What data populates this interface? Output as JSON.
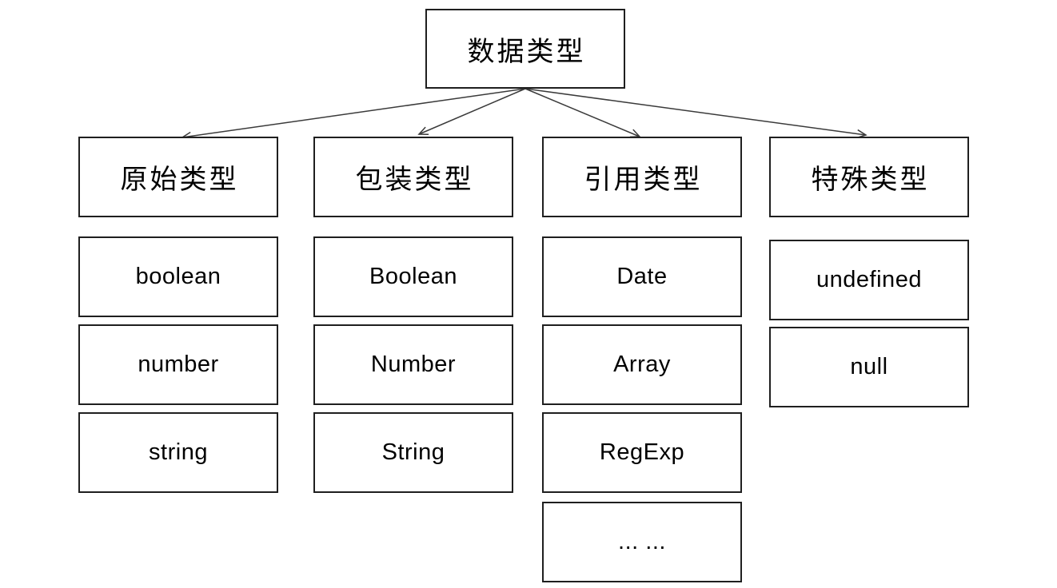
{
  "diagram": {
    "root_label": "数据类型",
    "columns": [
      {
        "header": "原始类型",
        "children": [
          "boolean",
          "number",
          "string"
        ]
      },
      {
        "header": "包装类型",
        "children": [
          "Boolean",
          "Number",
          "String"
        ]
      },
      {
        "header": "引用类型",
        "children": [
          "Date",
          "Array",
          "RegExp",
          "... ..."
        ]
      },
      {
        "header": "特殊类型",
        "children": [
          "undefined",
          "null"
        ]
      }
    ],
    "colors": {
      "background": "#ffffff",
      "box_border": "#1f1f1f",
      "edge": "#3a3a3a",
      "text": "#000000"
    }
  }
}
